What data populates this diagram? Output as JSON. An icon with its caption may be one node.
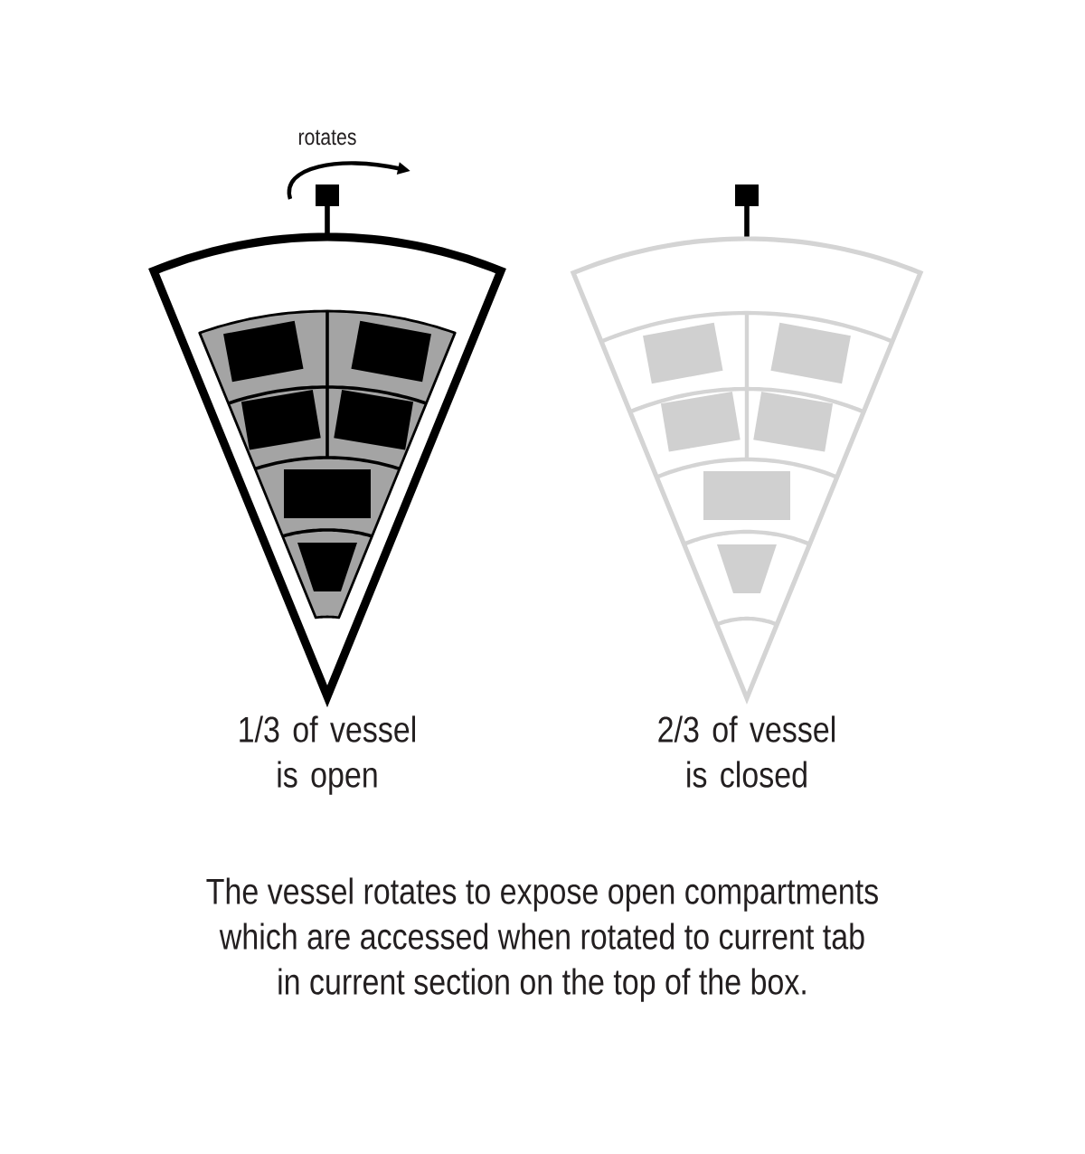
{
  "diagram": {
    "caption": "The vessel rotates to expose open compartments which are accessed when rotated to current tab in current section on the top of the box.",
    "nodes": [
      {
        "text": [],
        "shape": "picture",
        "beside": [
          "1/3 of vessel is open"
        ]
      },
      {
        "text": [],
        "shape": "picture",
        "beside": [
          "2/3 of vessel is closed"
        ]
      }
    ],
    "labels": [
      "rotates"
    ]
  }
}
